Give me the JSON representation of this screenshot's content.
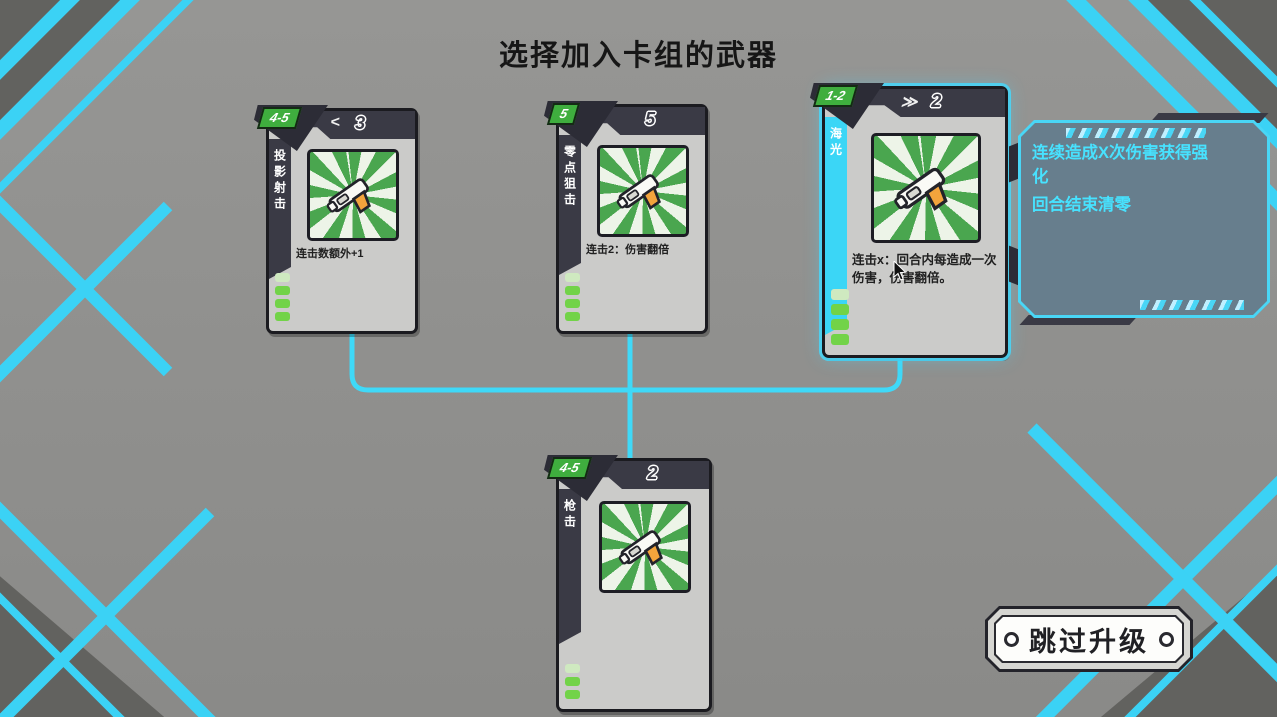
{
  "title": "选择加入卡组的武器",
  "colors": {
    "accent_cyan": "#3fd9f8",
    "badge_green": "#3fae3e",
    "ray_green": "#4aa64f",
    "background_gray": "#8e8e8c",
    "tooltip_text_cyan": "#47e2ff"
  },
  "cards": [
    {
      "name": "投影射击",
      "badge": "4-5",
      "header_icon": "<",
      "header_value": "3",
      "desc": "连击数额外+1",
      "selected": false
    },
    {
      "name": "零点狙击",
      "badge": "5",
      "header_icon": "",
      "header_value": "5",
      "desc": "连击2：伤害翻倍",
      "selected": false
    },
    {
      "name": "海光",
      "badge": "1-2",
      "header_icon": "≫",
      "header_value": "2",
      "desc": "连击x：回合内每造成一次伤害，伤害翻倍。",
      "selected": true
    },
    {
      "name": "枪击",
      "badge": "4-5",
      "header_icon": "",
      "header_value": "2",
      "desc": "",
      "selected": false
    }
  ],
  "tooltip": {
    "lines": [
      "连续造成X次伤害获得强化",
      "回合结束清零"
    ]
  },
  "skip_button": {
    "label": "跳过升级"
  }
}
